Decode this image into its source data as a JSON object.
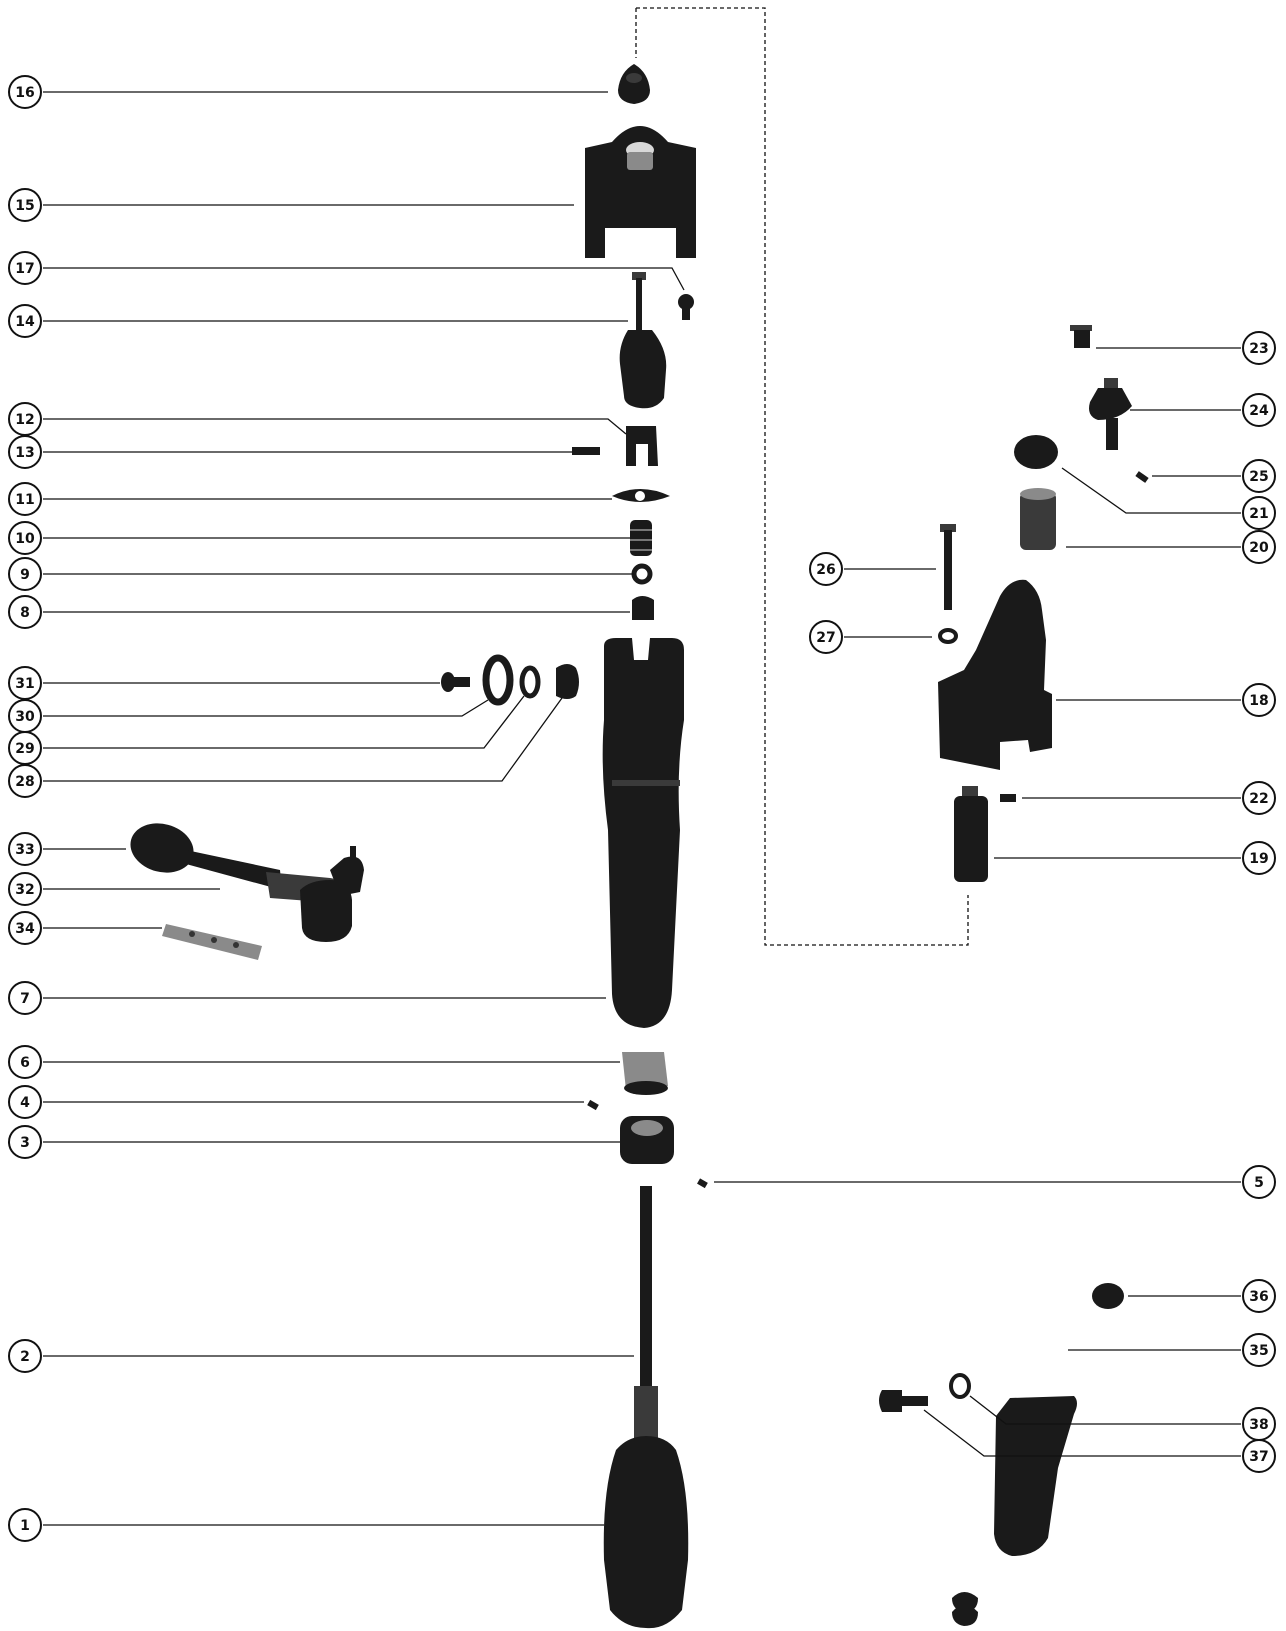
{
  "colors": {
    "line": "#111111",
    "part": "#1a1a1a",
    "background": "#ffffff"
  },
  "callouts": {
    "c1": "1",
    "c2": "2",
    "c3": "3",
    "c4": "4",
    "c5": "5",
    "c6": "6",
    "c7": "7",
    "c8": "8",
    "c9": "9",
    "c10": "10",
    "c11": "11",
    "c12": "12",
    "c13": "13",
    "c14": "14",
    "c15": "15",
    "c16": "16",
    "c17": "17",
    "c18": "18",
    "c19": "19",
    "c20": "20",
    "c21": "21",
    "c22": "22",
    "c23": "23",
    "c24": "24",
    "c25": "25",
    "c26": "26",
    "c27": "27",
    "c28": "28",
    "c29": "29",
    "c30": "30",
    "c31": "31",
    "c32": "32",
    "c33": "33",
    "c34": "34",
    "c35": "35",
    "c36": "36",
    "c37": "37",
    "c38": "38"
  }
}
